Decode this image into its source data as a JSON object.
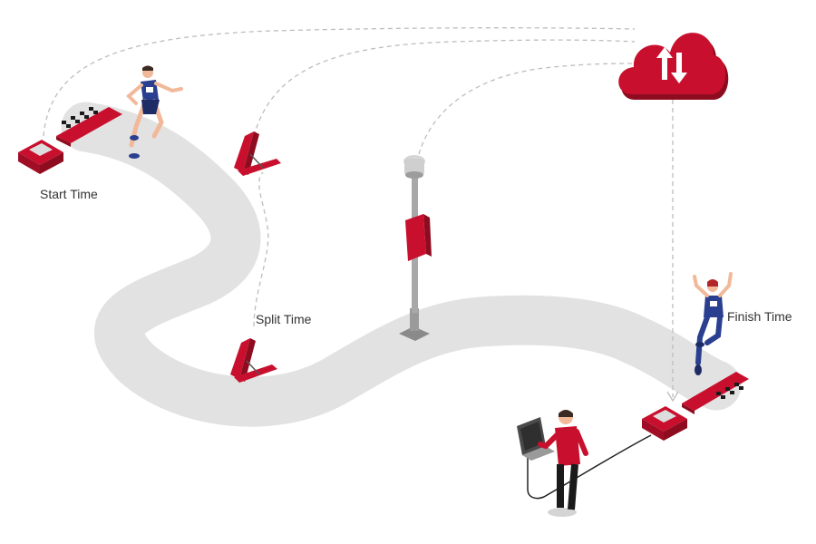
{
  "labels": {
    "start": "Start Time",
    "split": "Split Time",
    "finish": "Finish Time"
  },
  "colors": {
    "accent_red": "#c8102e",
    "dark_red": "#8e0c1f",
    "track_gray": "#e2e2e2",
    "link_gray": "#bdbdbd",
    "runner_blue": "#2a3f8f",
    "skin": "#f1b99a"
  },
  "icons": {
    "cloud": "cloud-sync-icon",
    "timing_box": "timing-box-icon",
    "antenna": "antenna-panel-icon",
    "laptop": "laptop-icon",
    "runner": "runner-icon",
    "pole": "lamp-pole-icon"
  }
}
